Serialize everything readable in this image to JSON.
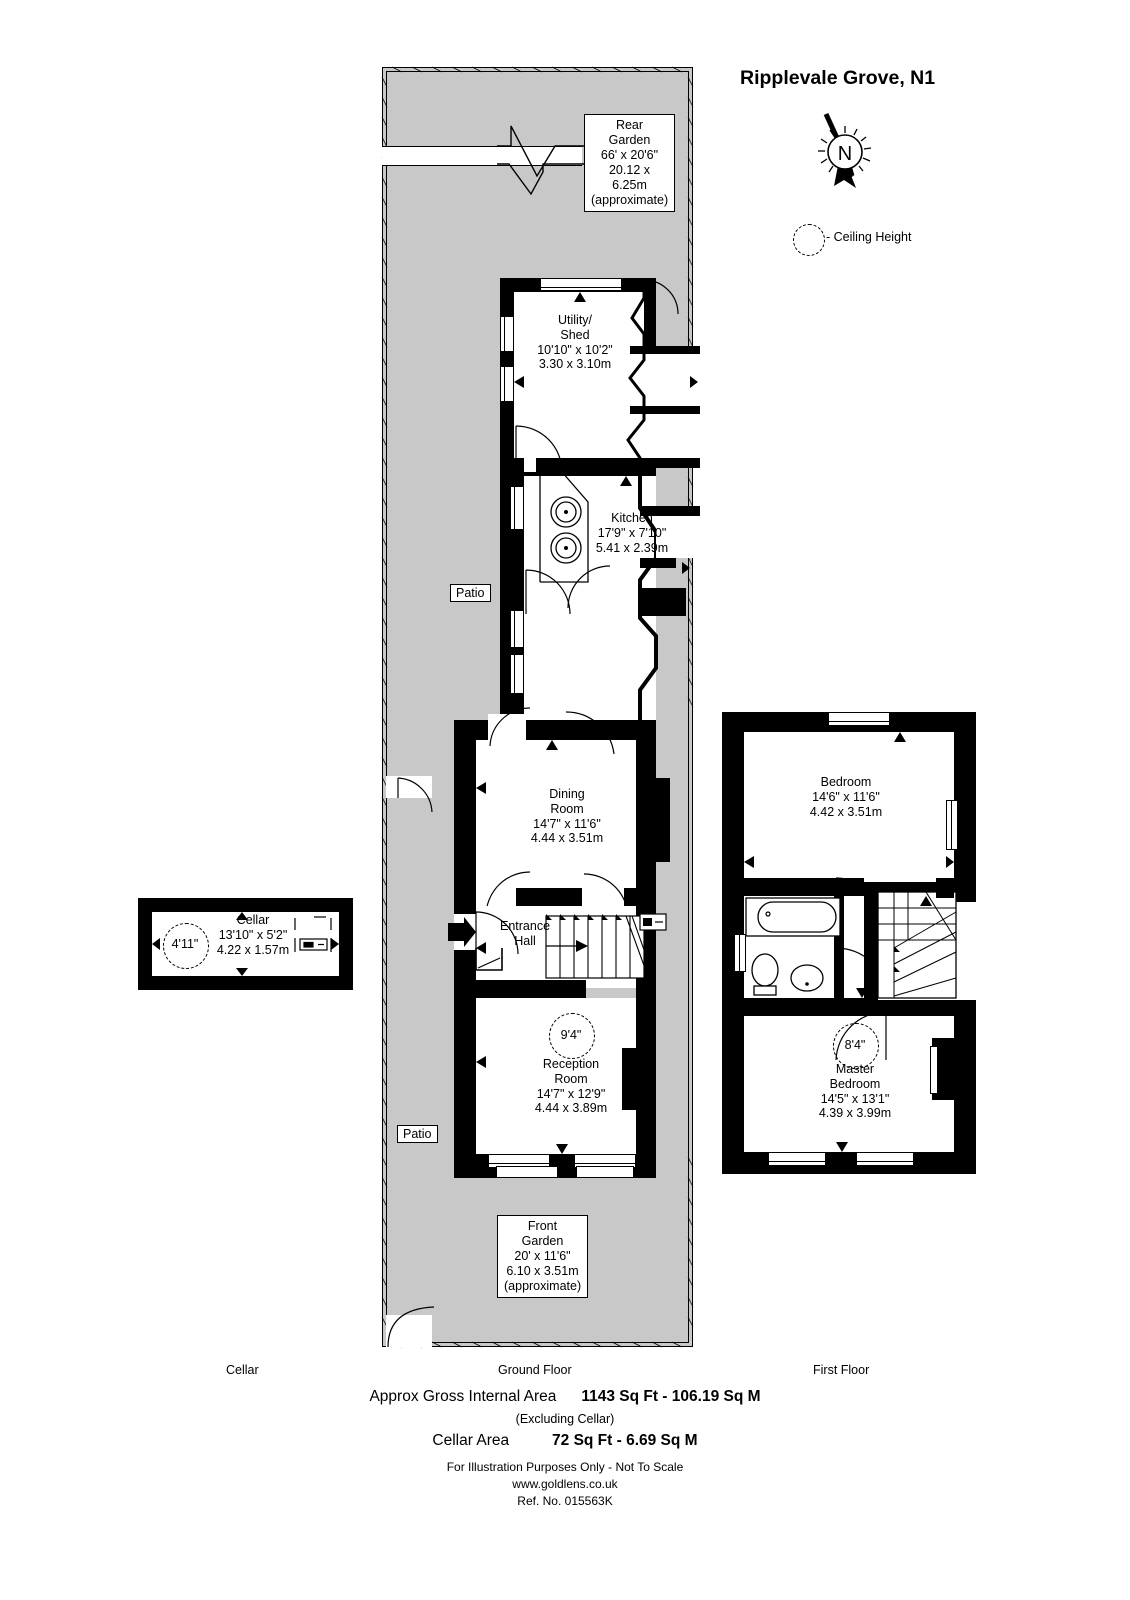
{
  "header": {
    "title": "Ripplevale Grove, N1",
    "compass_letter": "N",
    "legend_text": "- Ceiling Height"
  },
  "gardens": {
    "rear": {
      "name_line1": "Rear",
      "name_line2": "Garden",
      "imperial": "66' x 20'6\"",
      "metric": "20.12 x 6.25m",
      "note": "(approximate)"
    },
    "front": {
      "name_line1": "Front",
      "name_line2": "Garden",
      "imperial": "20' x 11'6\"",
      "metric": "6.10 x 3.51m",
      "note": "(approximate)"
    },
    "patio_upper": "Patio",
    "patio_lower": "Patio"
  },
  "cellar": {
    "floor_label": "Cellar",
    "name": "Cellar",
    "imperial": "13'10\" x 5'2\"",
    "metric": "4.22 x 1.57m",
    "ceiling_height": "4'11\""
  },
  "ground_floor": {
    "floor_label": "Ground Floor",
    "rooms": [
      {
        "name_line1": "Utility/",
        "name_line2": "Shed",
        "imperial": "10'10\" x 10'2\"",
        "metric": "3.30 x 3.10m"
      },
      {
        "name_line1": "Kitchen",
        "name_line2": "",
        "imperial": "17'9\" x 7'10\"",
        "metric": "5.41 x 2.39m"
      },
      {
        "name_line1": "Dining",
        "name_line2": "Room",
        "imperial": "14'7\" x 11'6\"",
        "metric": "4.44 x 3.51m"
      },
      {
        "name_line1": "Entrance",
        "name_line2": "Hall",
        "imperial": "",
        "metric": ""
      },
      {
        "name_line1": "Reception",
        "name_line2": "Room",
        "imperial": "14'7\" x 12'9\"",
        "metric": "4.44 x 3.89m",
        "ceiling_height": "9'4\""
      }
    ]
  },
  "first_floor": {
    "floor_label": "First Floor",
    "rooms": [
      {
        "name_line1": "Bedroom",
        "name_line2": "",
        "imperial": "14'6\" x 11'6\"",
        "metric": "4.42 x 3.51m"
      },
      {
        "name_line1": "Master",
        "name_line2": "Bedroom",
        "imperial": "14'5\" x 13'1\"",
        "metric": "4.39 x 3.99m",
        "ceiling_height": "8'4\""
      }
    ]
  },
  "footer": {
    "gross_label": "Approx Gross Internal Area",
    "gross_value": "1143 Sq Ft  -  106.19 Sq M",
    "excluding": "(Excluding Cellar)",
    "cellar_label": "Cellar Area",
    "cellar_value": "72 Sq Ft  -  6.69 Sq M",
    "disclaimer": "For Illustration Purposes Only - Not To Scale",
    "website": "www.goldlens.co.uk",
    "reference": "Ref. No. 015563K"
  }
}
